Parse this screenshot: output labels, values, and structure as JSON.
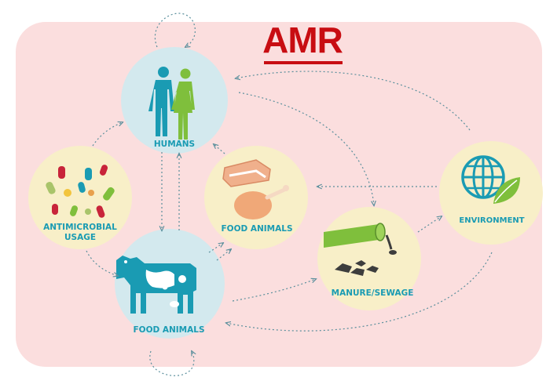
{
  "title": "AMR",
  "colors": {
    "panel": "#fbdede",
    "title": "#c80d12",
    "node_fill": "#f8efc8",
    "humans_node_fill": "#d3e9ee",
    "label": "#1a9bb3",
    "arrow": "#5a8f9c",
    "teal_icon": "#1a9bb3",
    "green_icon": "#7fbf3c"
  },
  "nodes": {
    "humans": {
      "label": "HUMANS",
      "icon": "humans-icon"
    },
    "antimicrobial_usage": {
      "label": "ANTIMICROBIAL\nUSAGE",
      "icon": "pills-icon"
    },
    "food_animals_meat": {
      "label": "FOOD ANIMALS",
      "icon": "meat-icon"
    },
    "food_animals_cow": {
      "label": "FOOD ANIMALS",
      "icon": "cow-icon"
    },
    "manure_sewage": {
      "label": "MANURE/SEWAGE",
      "icon": "sewage-pipe-icon"
    },
    "environment": {
      "label": "ENVIRONMENT",
      "icon": "globe-leaf-icon"
    }
  }
}
